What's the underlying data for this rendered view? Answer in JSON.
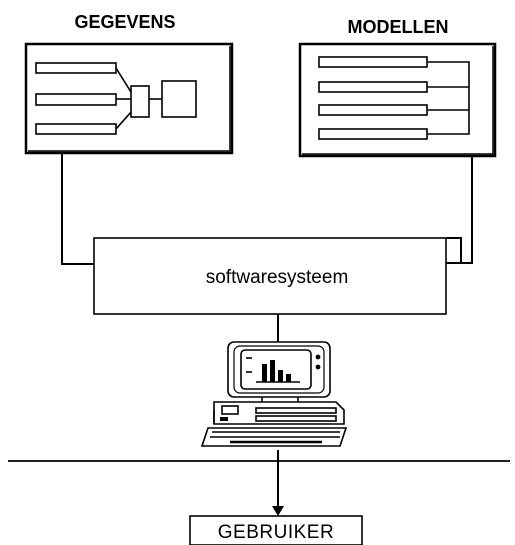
{
  "labels": {
    "data": "GEGEVENS",
    "models": "MODELLEN",
    "system": "softwaresysteem",
    "user": "GEBRUIKER"
  },
  "icons": {
    "computer": "desktop-computer-icon",
    "data_panel": "data-schema-panel",
    "models_panel": "model-list-panel"
  },
  "colors": {
    "line": "#000000",
    "background": "#ffffff"
  }
}
